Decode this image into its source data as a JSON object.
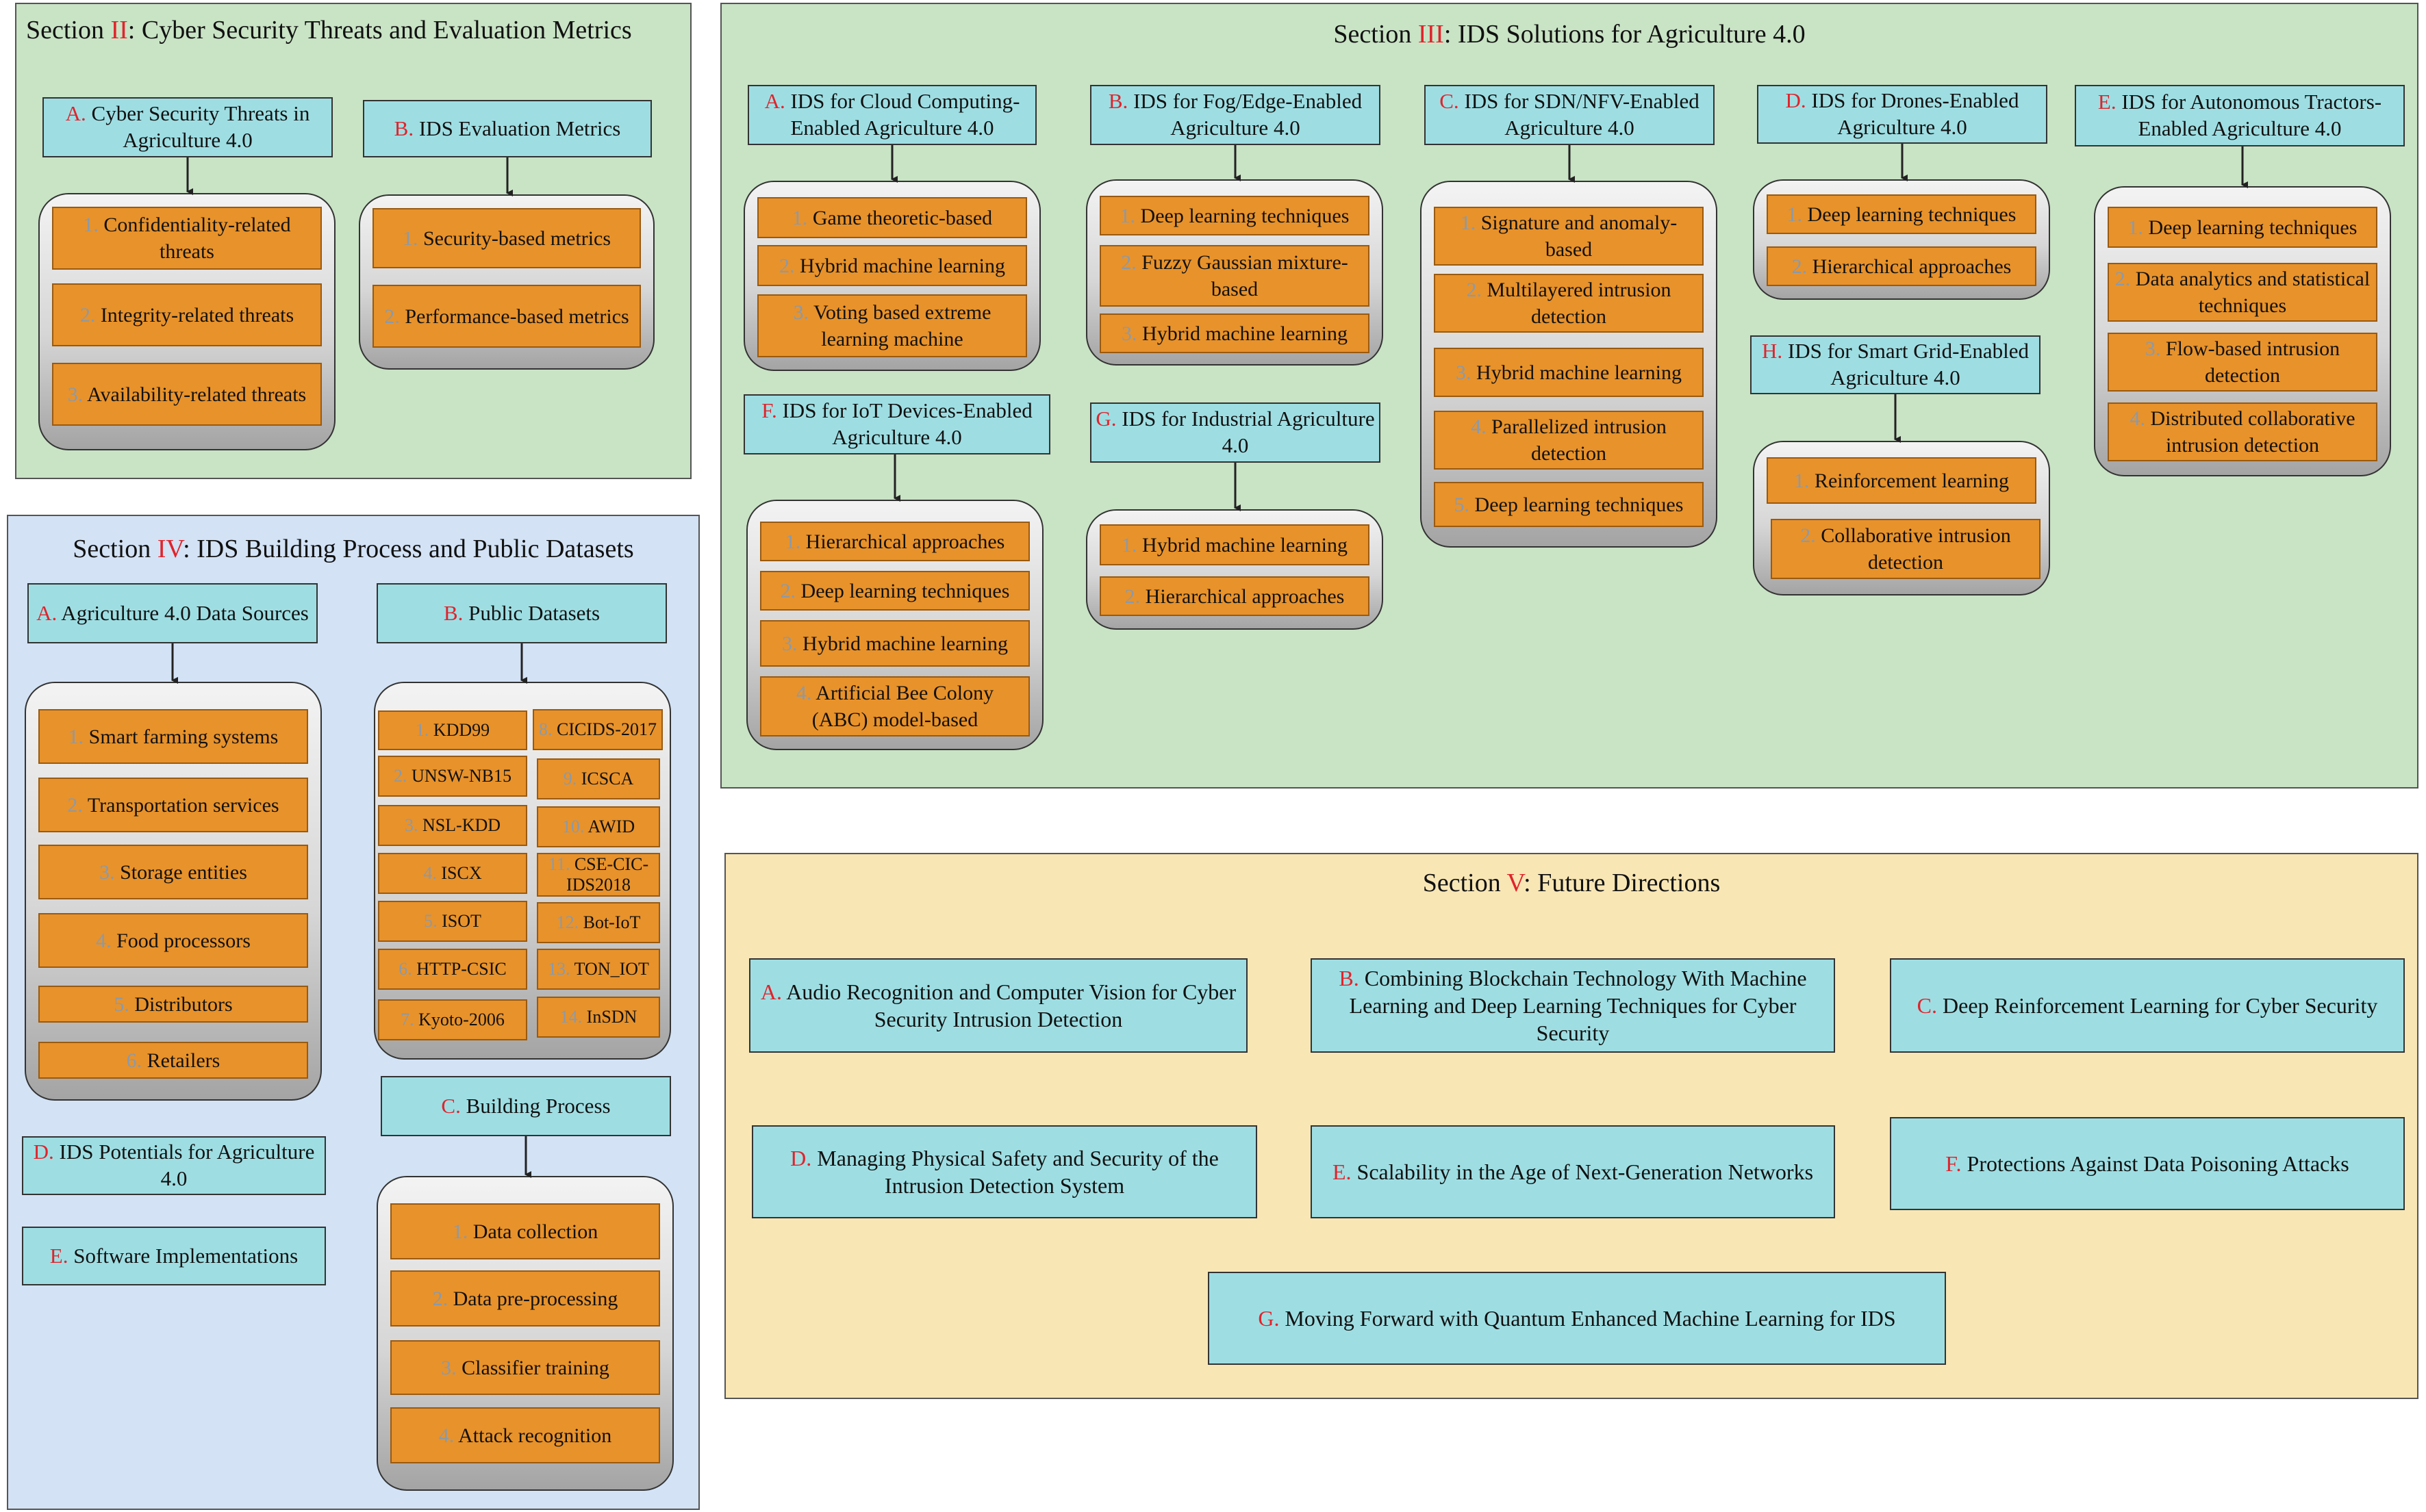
{
  "s2": {
    "title_pre": "Section ",
    "title_num": "II",
    "title_text": ": Cyber Security Threats and Evaluation Metrics",
    "a": {
      "letter": "A.",
      "label": " Cyber Security Threats in Agriculture 4.0",
      "items": [
        "Confidentiality-related threats",
        "Integrity-related threats",
        "Availability-related threats"
      ]
    },
    "b": {
      "letter": "B.",
      "label": " IDS Evaluation Metrics",
      "items": [
        "Security-based metrics",
        "Performance-based metrics"
      ]
    }
  },
  "s3": {
    "title_pre": "Section ",
    "title_num": "III",
    "title_text": ": IDS Solutions for Agriculture 4.0",
    "a": {
      "letter": "A.",
      "label": " IDS for Cloud Computing-Enabled Agriculture 4.0",
      "items": [
        "Game theoretic-based",
        "Hybrid machine learning",
        "Voting based extreme learning machine"
      ]
    },
    "b": {
      "letter": "B.",
      "label": " IDS for Fog/Edge-Enabled Agriculture 4.0",
      "items": [
        "Deep learning techniques",
        "Fuzzy Gaussian mixture-based",
        "Hybrid machine learning"
      ]
    },
    "c": {
      "letter": "C.",
      "label": " IDS for SDN/NFV-Enabled Agriculture 4.0",
      "items": [
        "Signature and anomaly-based",
        "Multilayered intrusion detection",
        "Hybrid machine learning",
        "Parallelized intrusion detection",
        "Deep learning techniques"
      ]
    },
    "d": {
      "letter": "D.",
      "label": " IDS for Drones-Enabled Agriculture 4.0",
      "items": [
        "Deep learning techniques",
        "Hierarchical approaches"
      ]
    },
    "e": {
      "letter": "E.",
      "label": " IDS for Autonomous Tractors-Enabled Agriculture 4.0",
      "items": [
        "Deep learning techniques",
        "Data analytics and statistical techniques",
        "Flow-based intrusion detection",
        "Distributed collaborative intrusion detection"
      ]
    },
    "f": {
      "letter": "F.",
      "label": " IDS for IoT Devices-Enabled Agriculture 4.0",
      "items": [
        "Hierarchical approaches",
        "Deep learning techniques",
        "Hybrid machine learning",
        "Artificial Bee Colony (ABC) model-based"
      ]
    },
    "g": {
      "letter": "G.",
      "label": " IDS for Industrial Agriculture 4.0",
      "items": [
        "Hybrid machine learning",
        "Hierarchical approaches"
      ]
    },
    "h": {
      "letter": "H.",
      "label": " IDS for Smart Grid-Enabled Agriculture 4.0",
      "items": [
        "Reinforcement learning",
        "Collaborative intrusion detection"
      ]
    }
  },
  "s4": {
    "title_pre": "Section ",
    "title_num": "IV",
    "title_text": ": IDS Building Process and Public Datasets",
    "a": {
      "letter": "A.",
      "label": " Agriculture 4.0 Data Sources",
      "items": [
        "Smart farming systems",
        "Transportation services",
        "Storage entities",
        "Food processors",
        "Distributors",
        "Retailers"
      ]
    },
    "b": {
      "letter": "B.",
      "label": " Public Datasets",
      "datasets_left": [
        "KDD99",
        "UNSW-NB15",
        "NSL-KDD",
        "ISCX",
        "ISOT",
        "HTTP-CSIC",
        "Kyoto-2006"
      ],
      "datasets_right": [
        "CICIDS-2017",
        "ICSCA",
        "AWID",
        "CSE-CIC-IDS2018",
        "Bot-IoT",
        "TON_IOT",
        "InSDN"
      ]
    },
    "c": {
      "letter": "C.",
      "label": " Building Process",
      "items": [
        "Data collection",
        "Data pre-processing",
        "Classifier training",
        "Attack recognition"
      ]
    },
    "d": {
      "letter": "D.",
      "label": " IDS Potentials for Agriculture 4.0"
    },
    "e": {
      "letter": "E.",
      "label": " Software Implementations"
    }
  },
  "s5": {
    "title_pre": "Section ",
    "title_num": "V",
    "title_text": ": Future Directions",
    "a": {
      "letter": "A.",
      "label": " Audio Recognition and Computer Vision for Cyber Security Intrusion Detection"
    },
    "b": {
      "letter": "B.",
      "label": " Combining Blockchain Technology With Machine Learning and Deep Learning Techniques for Cyber Security"
    },
    "c": {
      "letter": "C.",
      "label": " Deep Reinforcement Learning for Cyber Security"
    },
    "d": {
      "letter": "D.",
      "label": " Managing Physical Safety and Security of the Intrusion Detection System"
    },
    "e": {
      "letter": "E.",
      "label": " Scalability in the Age of Next-Generation Networks"
    },
    "f": {
      "letter": "F.",
      "label": " Protections Against Data Poisoning Attacks"
    },
    "g": {
      "letter": "G.",
      "label": " Moving Forward with Quantum Enhanced Machine Learning for IDS"
    }
  },
  "numbers": [
    "1.",
    "2.",
    "3.",
    "4.",
    "5.",
    "6.",
    "7.",
    "8.",
    "9.",
    "10.",
    "11.",
    "12.",
    "13.",
    "14."
  ],
  "colors": {
    "accent_red": "#e0242c",
    "header_cyan": "#9edee3",
    "item_orange": "#e8922b",
    "sec2_green": "#c9e3c5",
    "sec4_blue": "#d3e2f5",
    "sec5_yellow": "#f8e6b5"
  }
}
